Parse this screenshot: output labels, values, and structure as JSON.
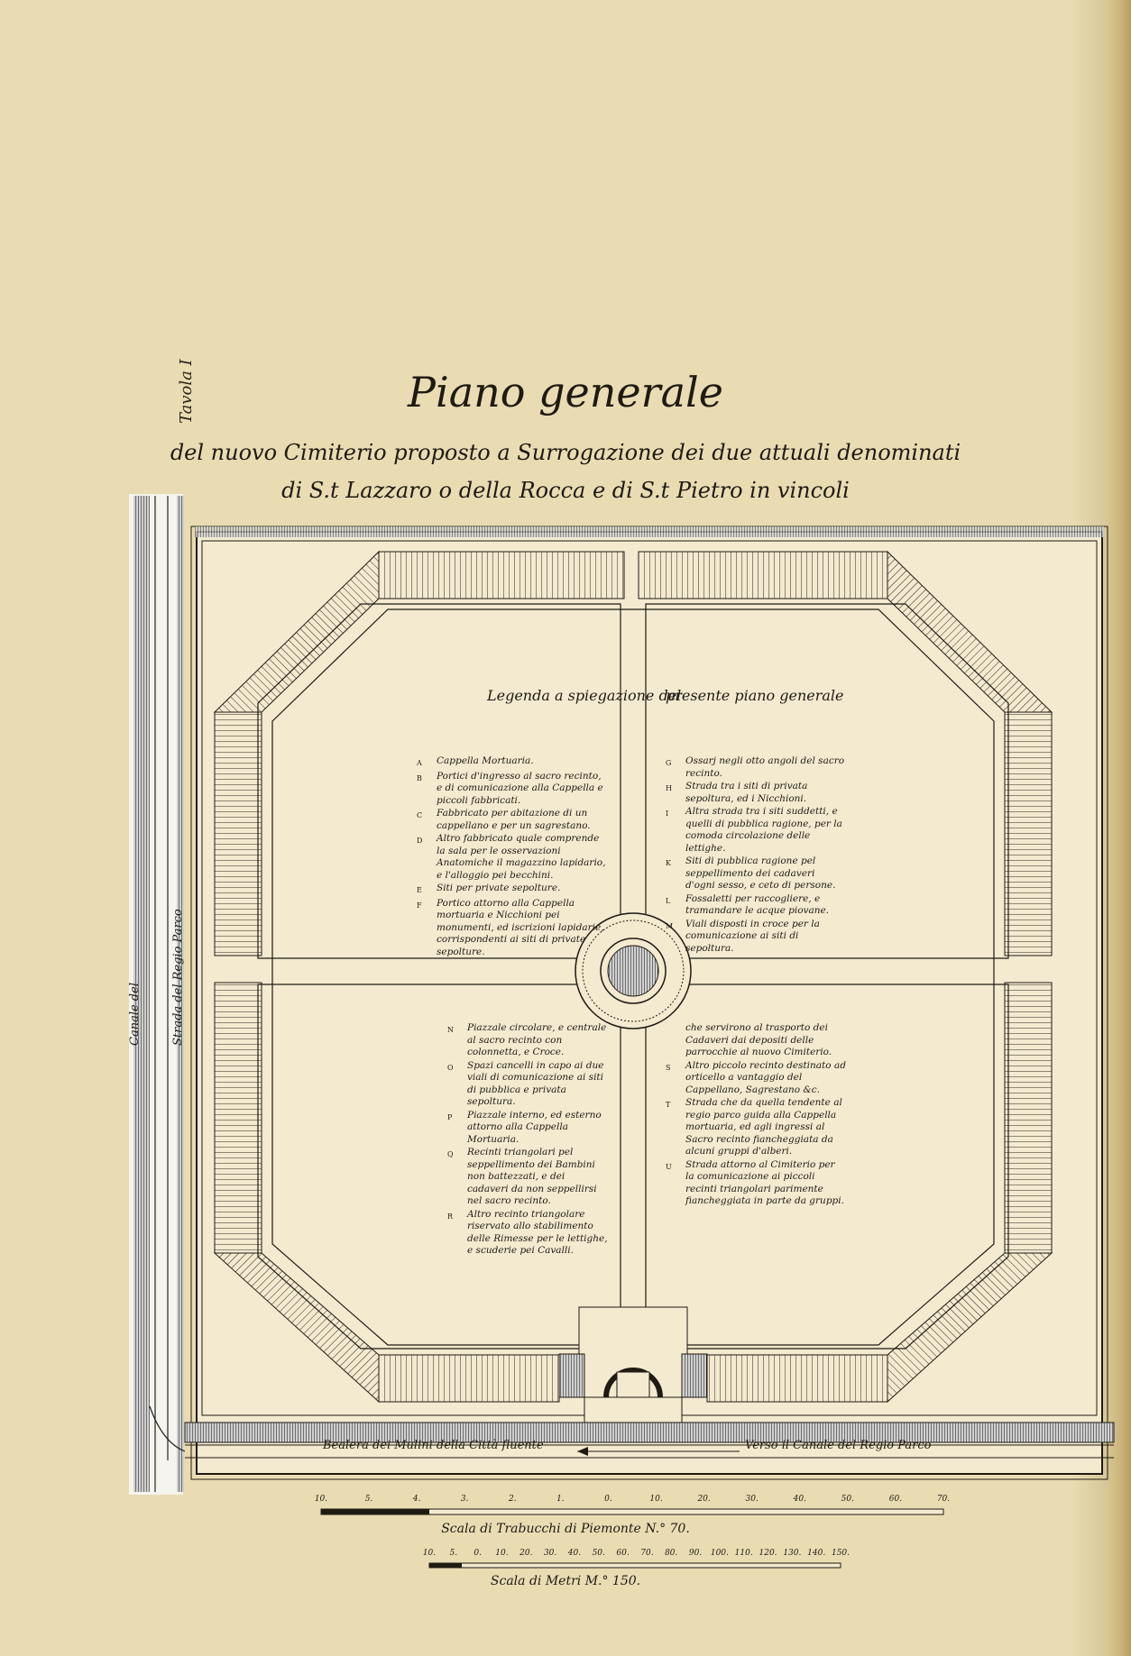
{
  "plate": {
    "tavola": "Tavola I"
  },
  "title": "Piano generale",
  "subtitle_line1": "del nuovo Cimiterio proposto a Surrogazione dei due attuali denominati",
  "subtitle_line2": "di S.t Lazzaro o della Rocca e di S.t Pietro in vincoli",
  "legend": {
    "heading_left": "Legenda a spiegazione del",
    "heading_right": "presente piano generale",
    "col1": [
      {
        "key": "A",
        "text": "Cappella Mortuaria."
      },
      {
        "key": "B",
        "text": "Portici d'ingresso al sacro recinto, e di comunicazione alla Cappella e piccoli fabbricati."
      },
      {
        "key": "C",
        "text": "Fabbricato per abitazione di un cappellano e per un sagrestano."
      },
      {
        "key": "D",
        "text": "Altro fabbricato quale comprende la sala per le osservazioni Anatomiche il magazzino lapidario, e l'alloggio pei becchini."
      },
      {
        "key": "E",
        "text": "Siti per private sepolture."
      },
      {
        "key": "F",
        "text": "Portico attorno alla Cappella mortuaria e Nicchioni pei monumenti, ed iscrizioni lapidarie, corrispondenti ai siti di private sepolture."
      }
    ],
    "col2": [
      {
        "key": "G",
        "text": "Ossarj negli otto angoli del sacro recinto."
      },
      {
        "key": "H",
        "text": "Strada tra i siti di privata sepoltura, ed i Nicchioni."
      },
      {
        "key": "I",
        "text": "Altra strada tra i siti suddetti, e quelli di pubblica ragione, per la comoda circolazione delle lettighe."
      },
      {
        "key": "K",
        "text": "Siti di pubblica ragione pel seppellimento dei cadaveri d'ogni sesso, e ceto di persone."
      },
      {
        "key": "L",
        "text": "Fossaletti per raccogliere, e tramandare le acque piovane."
      },
      {
        "key": "M",
        "text": "Viali disposti in croce per la comunicazione ai siti di sepoltura."
      }
    ],
    "col3": [
      {
        "key": "N",
        "text": "Piazzale circolare, e centrale al sacro recinto con colonnetta, e Croce."
      },
      {
        "key": "O",
        "text": "Spazi cancelli in capo ai due viali di comunicazione ai siti di pubblica e privata sepoltura."
      },
      {
        "key": "P",
        "text": "Piazzale interno, ed esterno attorno alla Cappella Mortuaria."
      },
      {
        "key": "Q",
        "text": "Recinti triangolari pel seppellimento dei Bambini non battezzati, e dei cadaveri da non seppellirsi nel sacro recinto."
      },
      {
        "key": "R",
        "text": "Altro recinto triangolare riservato allo stabilimento delle Rimesse per le lettighe, e scuderie pei Cavalli."
      }
    ],
    "col4": [
      {
        "key": "",
        "text": "che servirono al trasporto dei Cadaveri dai depositi delle parrocchie al nuovo Cimiterio."
      },
      {
        "key": "S",
        "text": "Altro piccolo recinto destinato ad orticello a vantaggio del Cappellano, Sagrestano &c."
      },
      {
        "key": "T",
        "text": "Strada che da quella tendente al regio parco guida alla Cappella mortuaria, ed agli ingressi al Sacro recinto fiancheggiata da alcuni gruppi d'alberi."
      },
      {
        "key": "U",
        "text": "Strada attorno al Cimiterio per la comunicazione ai piccoli recinti triangolari parimente fiancheggiata in parte da gruppi."
      }
    ]
  },
  "canal_left": "Bealera dei Mulini della Città fluente",
  "canal_right": "Verso il Canale del Regio Parco",
  "side_road": "Strada del Regio Parco",
  "side_canal": "Canale del",
  "scale1": {
    "ticks": [
      "10.",
      "5.",
      "4.",
      "3.",
      "2.",
      "1.",
      "0.",
      "10.",
      "20.",
      "30.",
      "40.",
      "50.",
      "60.",
      "70."
    ],
    "caption": "Scala di Trabucchi di Piemonte N.° 70."
  },
  "scale2": {
    "ticks": [
      "10.",
      "5.",
      "0.",
      "10.",
      "20.",
      "30.",
      "40.",
      "50.",
      "60.",
      "70.",
      "80.",
      "90.",
      "100.",
      "110.",
      "120.",
      "130.",
      "140.",
      "150."
    ],
    "caption": "Scala di Metri M.° 150."
  },
  "colors": {
    "paper": "#e9dcb3",
    "ink": "#1f1a12"
  }
}
